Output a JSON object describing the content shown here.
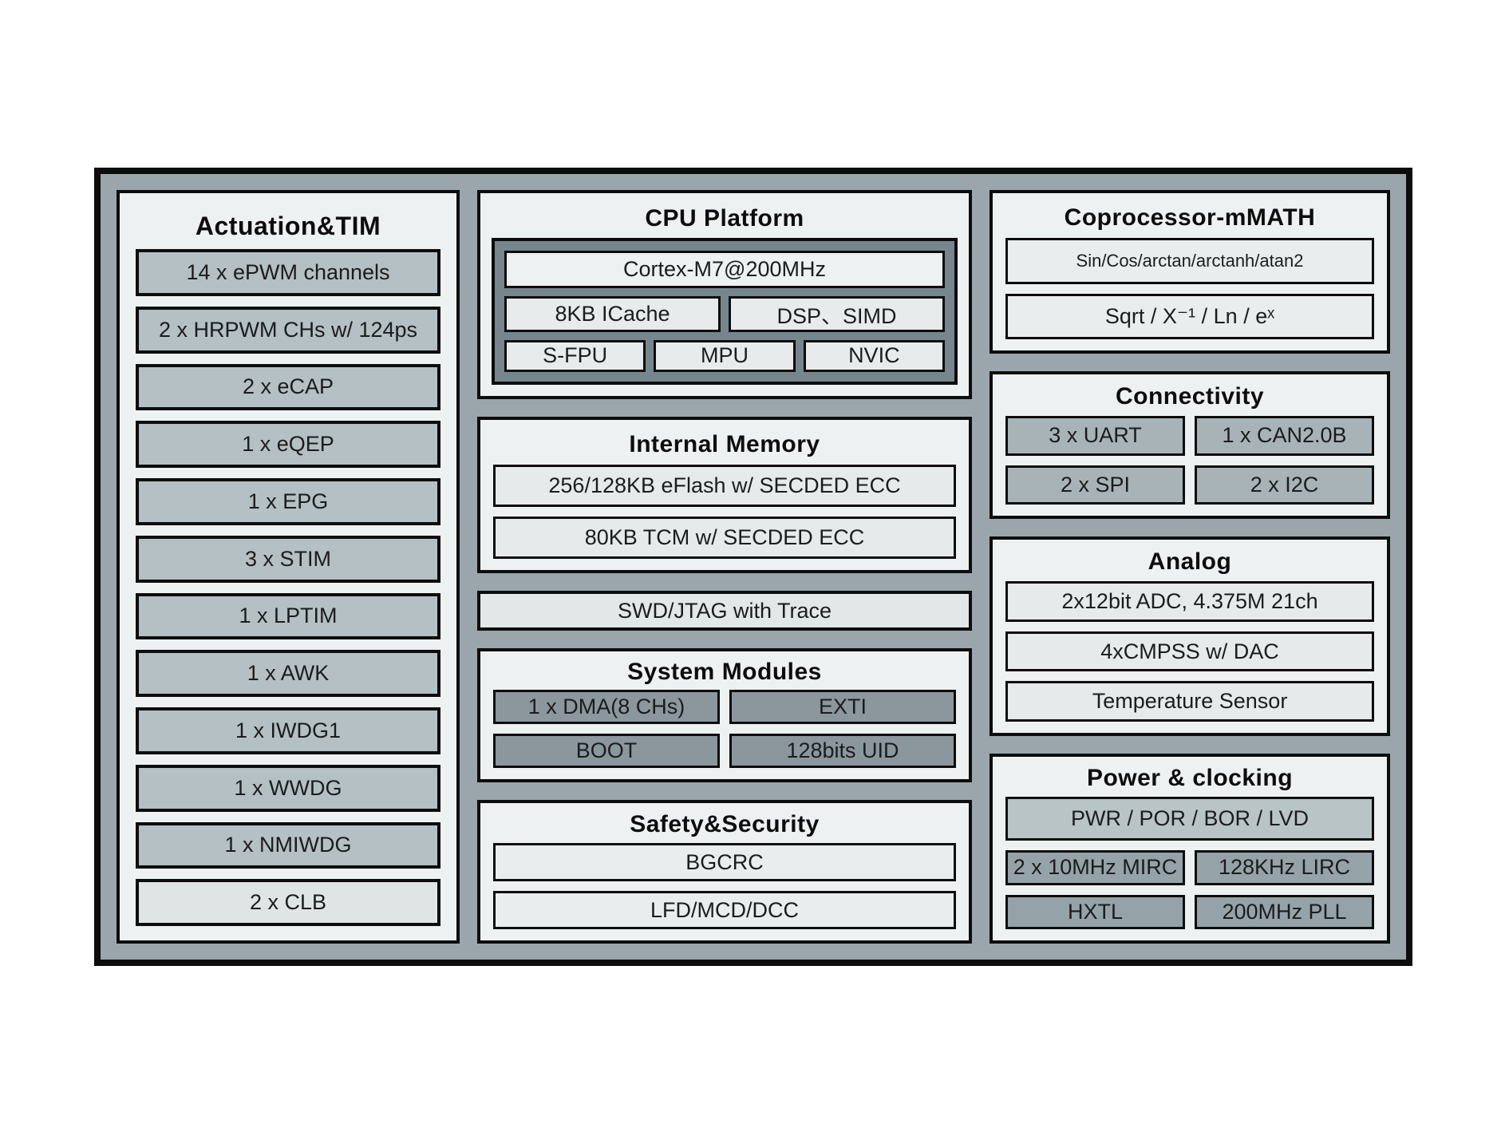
{
  "left": {
    "title": "Actuation&TIM",
    "rows": [
      "14 x ePWM channels",
      "2 x HRPWM CHs w/ 124ps",
      "2 x eCAP",
      "1 x eQEP",
      "1 x EPG",
      "3 x STIM",
      "1 x LPTIM",
      "1 x AWK",
      "1 x IWDG1",
      "1 x WWDG",
      "1 x NMIWDG",
      "2 x CLB"
    ]
  },
  "middle": {
    "cpu": {
      "title": "CPU Platform",
      "core": "Cortex-M7@200MHz",
      "row2": [
        "8KB ICache",
        "DSP、SIMD"
      ],
      "row3": [
        "S-FPU",
        "MPU",
        "NVIC"
      ]
    },
    "memory": {
      "title": "Internal Memory",
      "rows": [
        "256/128KB eFlash w/ SECDED ECC",
        "80KB TCM w/ SECDED ECC"
      ]
    },
    "debug": {
      "label": "SWD/JTAG with Trace"
    },
    "system": {
      "title": "System Modules",
      "cells": [
        "1 x DMA(8 CHs)",
        "EXTI",
        "BOOT",
        "128bits UID"
      ]
    },
    "safety": {
      "title": "Safety&Security",
      "rows": [
        "BGCRC",
        "LFD/MCD/DCC"
      ]
    }
  },
  "right": {
    "math": {
      "title": "Coprocessor-mMATH",
      "rows": [
        "Sin/Cos/arctan/arctanh/atan2",
        "Sqrt / X⁻¹ / Ln / eˣ"
      ]
    },
    "connectivity": {
      "title": "Connectivity",
      "cells": [
        "3 x UART",
        "1 x CAN2.0B",
        "2 x SPI",
        "2 x I2C"
      ]
    },
    "analog": {
      "title": "Analog",
      "rows": [
        "2x12bit ADC, 4.375M 21ch",
        "4xCMPSS w/ DAC",
        "Temperature Sensor"
      ]
    },
    "power": {
      "title": "Power & clocking",
      "top": "PWR / POR / BOR / LVD",
      "cells": [
        "2 x 10MHz MIRC",
        "128KHz LIRC",
        "HXTL",
        "200MHz PLL"
      ]
    }
  },
  "colors": {
    "frame_border": "#0d0d0d",
    "frame_background": "#9aa6ab",
    "panel_background": "#eef1f2",
    "row_gray": "#b4c0c3",
    "row_light": "#dfe4e5",
    "cpu_inner_dark": "#76868c",
    "cell_dark": "#8b979d",
    "cell_medium": "#a7b3b7",
    "power_top": "#b9c4c7",
    "power_cell": "#95a3a8",
    "light_box": "#e6eaeb"
  }
}
